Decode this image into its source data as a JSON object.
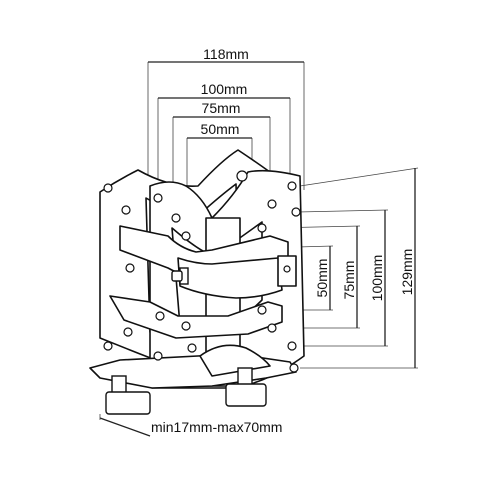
{
  "dimensions": {
    "horizontal": [
      "118mm",
      "100mm",
      "75mm",
      "50mm"
    ],
    "vertical": [
      "50mm",
      "75mm",
      "100mm",
      "129mm"
    ],
    "clamp_range": "min17mm-max70mm"
  }
}
